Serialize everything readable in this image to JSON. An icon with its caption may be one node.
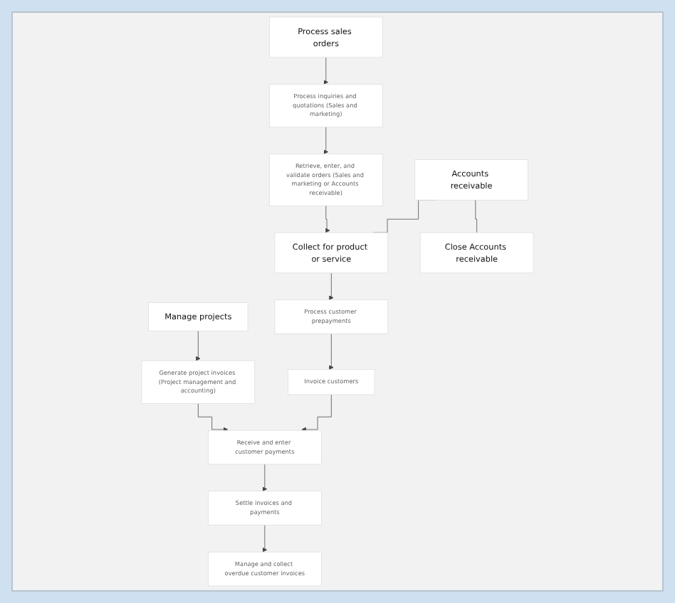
{
  "diagram": {
    "nodes": [
      {
        "text": [
          "Accounts receivable"
        ]
      },
      {
        "text": [
          "Manage projects"
        ]
      },
      {
        "text": [
          "Process sales orders"
        ]
      },
      {
        "text": [
          "Collect for product or service"
        ]
      },
      {
        "text": [
          "Close Accounts receivable"
        ]
      },
      {
        "text": [
          "Process inquiries and quotations (Sales and marketing)"
        ]
      },
      {
        "text": [
          "Process customer prepayments"
        ]
      },
      {
        "text": [
          "Retrieve, enter, and validate orders (Sales and marketing or Accounts receivable)"
        ]
      },
      {
        "text": [
          "Generate project invoices (Project management and accounting)"
        ]
      },
      {
        "text": [
          "Invoice customers"
        ]
      },
      {
        "text": [
          "Receive and enter customer payments"
        ]
      },
      {
        "text": [
          "Settle invoices and payments"
        ]
      },
      {
        "text": [
          "Manage and collect overdue customer invoices"
        ]
      }
    ],
    "edges": [
      {
        "from": 0,
        "to": 3,
        "arrow": "none"
      },
      {
        "from": 0,
        "to": 4,
        "arrow": "none"
      },
      {
        "from": 1,
        "to": 8,
        "arrow": "to"
      },
      {
        "from": 2,
        "to": 5,
        "arrow": "to"
      },
      {
        "from": 5,
        "to": 7,
        "arrow": "to"
      },
      {
        "from": 7,
        "to": 3,
        "arrow": "to"
      },
      {
        "from": 3,
        "to": 6,
        "arrow": "to"
      },
      {
        "from": 6,
        "to": 9,
        "arrow": "to"
      },
      {
        "from": 9,
        "to": 10,
        "arrow": "to"
      },
      {
        "from": 8,
        "to": 10,
        "arrow": "to"
      },
      {
        "from": 10,
        "to": 11,
        "arrow": "to"
      },
      {
        "from": 11,
        "to": 12,
        "arrow": "to"
      }
    ]
  }
}
